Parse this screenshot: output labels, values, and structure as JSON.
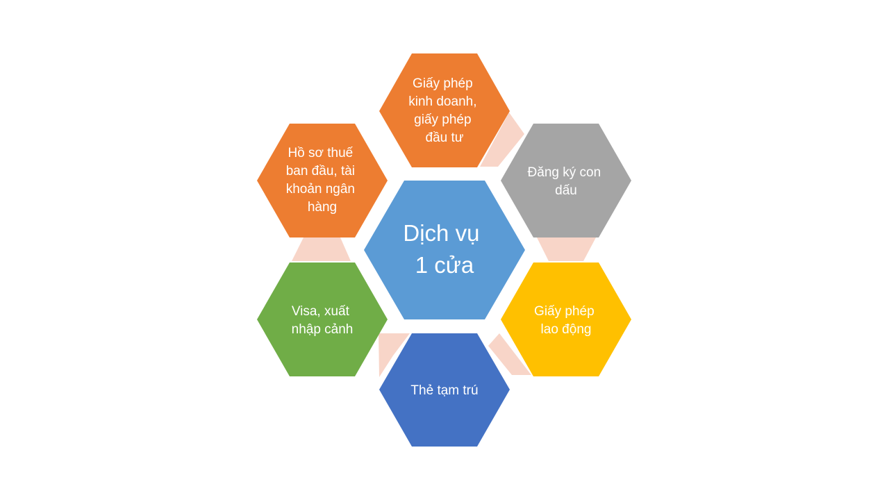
{
  "diagram": {
    "center": {
      "lines": [
        "Dịch vụ",
        "1 cửa"
      ],
      "color": "#5b9bd5"
    },
    "nodes": [
      {
        "id": "business-license",
        "lines": [
          "Giấy phép",
          "kinh doanh,",
          "giấy phép",
          "đầu tư"
        ],
        "color": "#ed7d31"
      },
      {
        "id": "seal-registration",
        "lines": [
          "Đăng ký con",
          "dấu"
        ],
        "color": "#a5a5a5"
      },
      {
        "id": "work-permit",
        "lines": [
          "Giấy phép",
          "lao động"
        ],
        "color": "#ffc000"
      },
      {
        "id": "temporary-residence-card",
        "lines": [
          "Thẻ tạm trú"
        ],
        "color": "#4472c4"
      },
      {
        "id": "visa-immigration",
        "lines": [
          "Visa, xuất",
          "nhập cảnh"
        ],
        "color": "#70ad47"
      },
      {
        "id": "tax-bank",
        "lines": [
          "Hồ sơ thuế",
          "ban đầu, tài",
          "khoản ngân",
          "hàng"
        ],
        "color": "#ed7d31"
      }
    ],
    "connector_color": "#f8d5c8"
  }
}
